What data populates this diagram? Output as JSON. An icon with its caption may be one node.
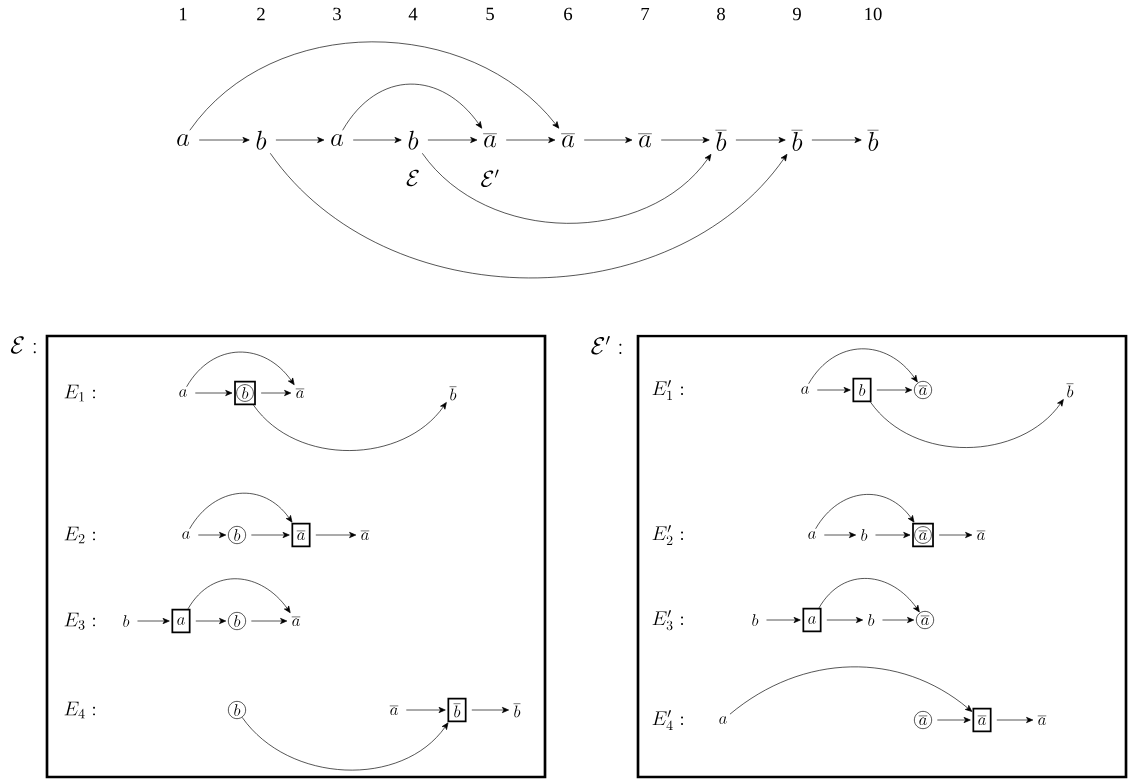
{
  "diagram": {
    "nodes": [
      {
        "text": [
          "a"
        ]
      },
      {
        "text": [
          "b"
        ]
      },
      {
        "text": [
          "a"
        ]
      },
      {
        "text": [
          "b"
        ],
        "beside": [
          "\\mathcal{E}"
        ]
      },
      {
        "text": [
          "\\overline{a}"
        ],
        "beside": [
          "\\mathcal{E}'"
        ]
      },
      {
        "text": [
          "\\overline{a}"
        ]
      },
      {
        "text": [
          "\\overline{a}"
        ]
      },
      {
        "text": [
          "\\overline{b}"
        ]
      },
      {
        "text": [
          "\\overline{b}"
        ]
      },
      {
        "text": [
          "\\overline{b}"
        ]
      },
      {
        "text": [
          "\\mathcal{E}:"
        ]
      },
      {
        "text": [
          "a"
        ],
        "in": 10
      },
      {
        "text": [
          "b"
        ],
        "in": 10
      },
      {
        "text": [
          "\\overline{a}"
        ],
        "in": 10
      },
      {
        "text": [
          "\\overline{b}"
        ],
        "in": 10
      },
      {
        "text": [
          "a"
        ],
        "in": 10
      },
      {
        "text": [
          "b"
        ],
        "in": 10
      },
      {
        "text": [
          "\\overline{a}"
        ],
        "in": 10
      },
      {
        "text": [
          "\\overline{a}"
        ],
        "in": 10
      },
      {
        "text": [
          "b"
        ],
        "in": 10
      },
      {
        "text": [
          "a"
        ],
        "in": 10
      },
      {
        "text": [
          "b"
        ],
        "in": 10
      },
      {
        "text": [
          "\\overline{a}"
        ],
        "in": 10
      },
      {
        "text": [
          "b"
        ],
        "in": 10
      },
      {
        "text": [
          "\\overline{a}"
        ],
        "in": 10
      },
      {
        "text": [
          "\\overline{b}"
        ],
        "in": 10
      },
      {
        "text": [
          "\\overline{b}"
        ],
        "in": 10
      },
      {
        "text": [
          "\\mathcal{E}':"
        ]
      },
      {
        "text": [
          "a"
        ],
        "in": 27
      },
      {
        "text": [
          "b"
        ],
        "in": 27
      },
      {
        "text": [
          "\\overline{a}"
        ],
        "in": 27
      },
      {
        "text": [
          "\\overline{b}"
        ],
        "in": 27
      },
      {
        "text": [
          "a"
        ],
        "in": 27
      },
      {
        "text": [
          "b"
        ],
        "in": 27
      },
      {
        "text": [
          "\\overline{a}"
        ],
        "in": 27
      },
      {
        "text": [
          "\\overline{a}"
        ],
        "in": 27
      },
      {
        "text": [
          "b"
        ],
        "in": 27
      },
      {
        "text": [
          "a"
        ],
        "in": 27
      },
      {
        "text": [
          "b"
        ],
        "in": 27
      },
      {
        "text": [
          "\\overline{a}"
        ],
        "in": 27
      },
      {
        "text": [
          "a"
        ],
        "in": 27
      },
      {
        "text": [
          "\\overline{a}"
        ],
        "in": 27
      },
      {
        "text": [
          "\\overline{a}"
        ],
        "in": 27
      },
      {
        "text": [
          "\\overline{a}"
        ],
        "in": 27
      }
    ],
    "edges": [
      {
        "from": 0,
        "to": 1,
        "arrow": "to"
      },
      {
        "from": 1,
        "to": 2,
        "arrow": "to"
      },
      {
        "from": 2,
        "to": 3,
        "arrow": "to"
      },
      {
        "from": 3,
        "to": 4,
        "arrow": "to"
      },
      {
        "from": 4,
        "to": 5,
        "arrow": "to"
      },
      {
        "from": 5,
        "to": 6,
        "arrow": "to"
      },
      {
        "from": 6,
        "to": 7,
        "arrow": "to"
      },
      {
        "from": 7,
        "to": 8,
        "arrow": "to"
      },
      {
        "from": 8,
        "to": 9,
        "arrow": "to"
      },
      {
        "from": 0,
        "to": 5,
        "arrow": "to"
      },
      {
        "from": 2,
        "to": 4,
        "arrow": "to"
      },
      {
        "from": 3,
        "to": 7,
        "arrow": "to"
      },
      {
        "from": 1,
        "to": 8,
        "arrow": "to"
      },
      {
        "from": 11,
        "to": 12,
        "arrow": "to"
      },
      {
        "from": 12,
        "to": 13,
        "arrow": "to"
      },
      {
        "from": 11,
        "to": 13,
        "arrow": "to"
      },
      {
        "from": 12,
        "to": 14,
        "arrow": "to"
      },
      {
        "from": 15,
        "to": 16,
        "arrow": "to"
      },
      {
        "from": 16,
        "to": 17,
        "arrow": "to"
      },
      {
        "from": 17,
        "to": 18,
        "arrow": "to"
      },
      {
        "from": 15,
        "to": 17,
        "arrow": "to"
      },
      {
        "from": 19,
        "to": 20,
        "arrow": "to"
      },
      {
        "from": 20,
        "to": 21,
        "arrow": "to"
      },
      {
        "from": 21,
        "to": 22,
        "arrow": "to"
      },
      {
        "from": 20,
        "to": 22,
        "arrow": "to"
      },
      {
        "from": 24,
        "to": 25,
        "arrow": "to"
      },
      {
        "from": 25,
        "to": 26,
        "arrow": "to"
      },
      {
        "from": 23,
        "to": 25,
        "arrow": "to"
      },
      {
        "from": 28,
        "to": 29,
        "arrow": "to"
      },
      {
        "from": 29,
        "to": 30,
        "arrow": "to"
      },
      {
        "from": 28,
        "to": 30,
        "arrow": "to"
      },
      {
        "from": 29,
        "to": 31,
        "arrow": "to"
      },
      {
        "from": 32,
        "to": 33,
        "arrow": "to"
      },
      {
        "from": 33,
        "to": 34,
        "arrow": "to"
      },
      {
        "from": 34,
        "to": 35,
        "arrow": "to"
      },
      {
        "from": 32,
        "to": 34,
        "arrow": "to"
      },
      {
        "from": 36,
        "to": 37,
        "arrow": "to"
      },
      {
        "from": 37,
        "to": 38,
        "arrow": "to"
      },
      {
        "from": 38,
        "to": 39,
        "arrow": "to"
      },
      {
        "from": 37,
        "to": 39,
        "arrow": "to"
      },
      {
        "from": 41,
        "to": 42,
        "arrow": "to"
      },
      {
        "from": 42,
        "to": 43,
        "arrow": "to"
      },
      {
        "from": 40,
        "to": 42,
        "arrow": "to"
      }
    ],
    "labels": [
      "1",
      "2",
      "3",
      "4",
      "5",
      "6",
      "7",
      "8",
      "9",
      "10",
      "E_1:",
      "E'_1:",
      "E_2:",
      "E'_2:",
      "E_3:",
      "E'_3:",
      "E_4:",
      "E'_4:"
    ]
  }
}
